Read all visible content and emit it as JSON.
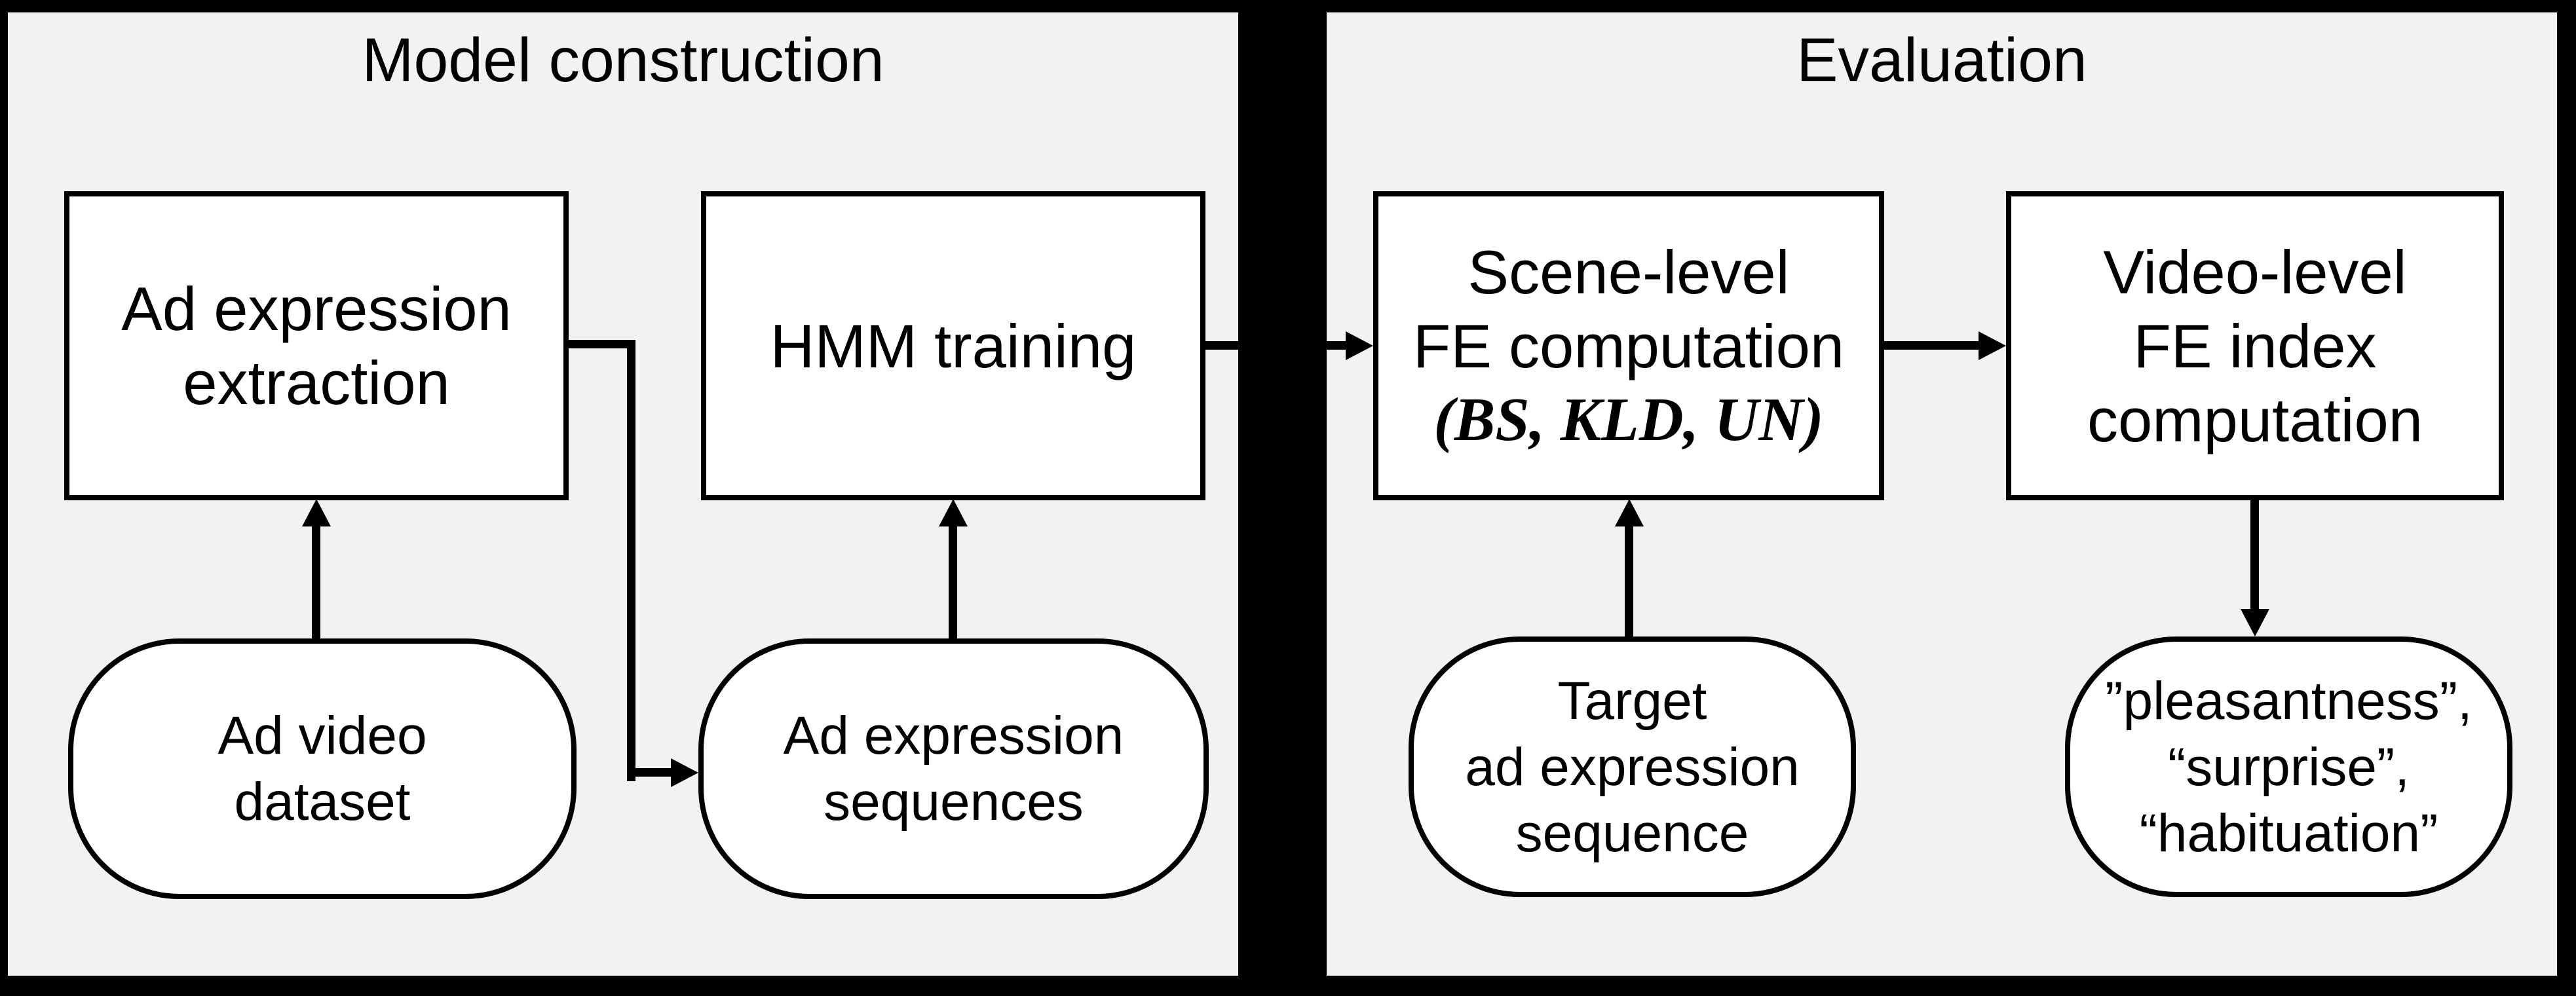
{
  "diagram": {
    "background_color": "#000000",
    "panel_fill": "#f2f2f2",
    "node_fill": "#ffffff",
    "line_color": "#000000"
  },
  "panels": {
    "left": {
      "title": "Model construction"
    },
    "right": {
      "title": "Evaluation"
    }
  },
  "nodes": {
    "ad_expression_extraction": {
      "shape": "rectangle",
      "lines": [
        "Ad expression",
        "extraction"
      ]
    },
    "hmm_training": {
      "shape": "rectangle",
      "lines": [
        "HMM training"
      ]
    },
    "scene_level_fe": {
      "shape": "rectangle",
      "lines": [
        "Scene-level",
        "FE computation",
        "(BS, KLD, UN)"
      ]
    },
    "video_level_fe": {
      "shape": "rectangle",
      "lines": [
        "Video-level",
        "FE index",
        "computation"
      ]
    },
    "ad_video_dataset": {
      "shape": "stadium",
      "lines": [
        "Ad video",
        "dataset"
      ]
    },
    "ad_expression_sequences": {
      "shape": "stadium",
      "lines": [
        "Ad expression",
        "sequences"
      ]
    },
    "target_ad_expression_sequence": {
      "shape": "stadium",
      "lines": [
        "Target",
        "ad expression",
        "sequence"
      ]
    },
    "fe_indices": {
      "shape": "stadium",
      "lines": [
        "”pleasantness”,",
        "“surprise”,",
        "“habituation”"
      ]
    }
  },
  "edges": [
    {
      "from": "ad_video_dataset",
      "to": "ad_expression_extraction",
      "direction": "up"
    },
    {
      "from": "ad_expression_extraction",
      "to": "ad_expression_sequences",
      "direction": "elbow-right-down-right"
    },
    {
      "from": "ad_expression_sequences",
      "to": "hmm_training",
      "direction": "up"
    },
    {
      "from": "hmm_training",
      "to": "scene_level_fe",
      "direction": "right"
    },
    {
      "from": "target_ad_expression_sequence",
      "to": "scene_level_fe",
      "direction": "up"
    },
    {
      "from": "scene_level_fe",
      "to": "video_level_fe",
      "direction": "right"
    },
    {
      "from": "video_level_fe",
      "to": "fe_indices",
      "direction": "down"
    }
  ]
}
